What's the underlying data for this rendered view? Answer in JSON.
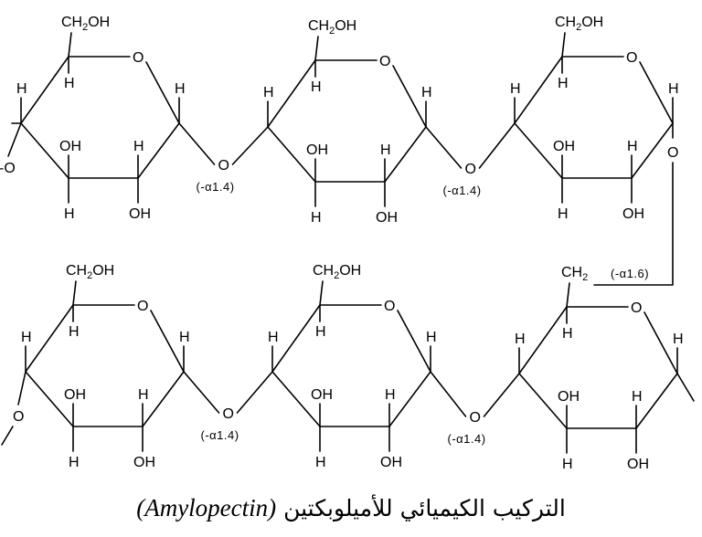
{
  "caption": {
    "arabic": "التركيب الكيميائي للأميلوبكتين",
    "latin": "(Amylopectin)"
  },
  "atoms": {
    "hydrogen": "H",
    "ring_oxygen": "O",
    "bridge_oxygen": "O",
    "hydroxyl": "OH",
    "hydroxymethyl_prefix": "CH",
    "hydroxymethyl_subscript": "2",
    "hydroxymethyl_suffix": "OH",
    "methylene": "CH",
    "methylene_subscript": "2"
  },
  "linkages": {
    "alpha14": "(-α1.4)",
    "alpha16": "(-α1.6)"
  },
  "end_bonds": {
    "left_oxygen": "-O"
  }
}
